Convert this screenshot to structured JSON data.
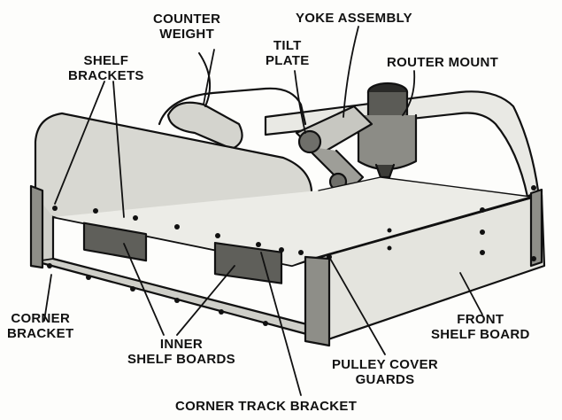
{
  "labels": {
    "counter_weight": [
      "COUNTER",
      "WEIGHT"
    ],
    "yoke_assembly": "YOKE ASSEMBLY",
    "tilt_plate": [
      "TILT",
      "PLATE"
    ],
    "router_mount": "ROUTER MOUNT",
    "shelf_brackets": [
      "SHELF",
      "BRACKETS"
    ],
    "corner_bracket": [
      "CORNER",
      "BRACKET"
    ],
    "inner_shelf_boards": [
      "INNER",
      "SHELF BOARDS"
    ],
    "front_shelf_board": [
      "FRONT",
      "SHELF BOARD"
    ],
    "pulley_cover_guards": [
      "PULLEY COVER",
      "GUARDS"
    ],
    "corner_track_bracket": "CORNER TRACK BRACKET"
  },
  "colors": {
    "ink": "#111111",
    "paper": "#fdfdfb",
    "shade": "#b9b9b3",
    "dark_shade": "#6f6f6a"
  }
}
